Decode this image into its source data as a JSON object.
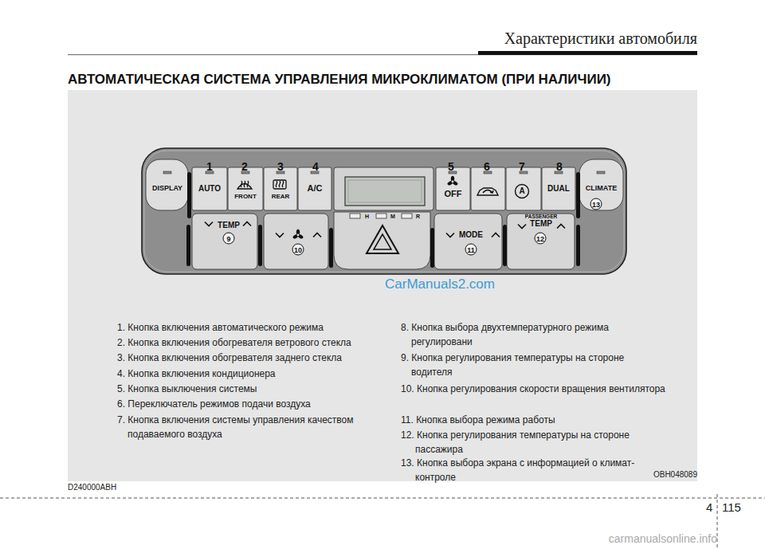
{
  "diagram": {
    "title": "АВТОМАТИЧЕСКАЯ СИСТЕМА УПРАВЛЕНИЯ МИКРОКЛИМАТОМ (ПРИ НАЛИЧИИ)",
    "nodes": [
      {
        "text": [
          "DISPLAY"
        ]
      },
      {
        "text": [
          "AUTO"
        ]
      },
      {
        "text": [
          "FRONT"
        ]
      },
      {
        "text": [
          "REAR"
        ]
      },
      {
        "text": [
          "A/C"
        ]
      },
      {
        "text": [
          "OFF"
        ]
      },
      {
        "text": [
          "A"
        ]
      },
      {
        "text": [
          "DUAL"
        ]
      },
      {
        "text": [
          "CLIMATE"
        ]
      },
      {
        "text": [
          "TEMP"
        ]
      },
      {
        "text": [
          "MODE"
        ]
      },
      {
        "text": [
          "PASSENGER",
          "TEMP"
        ]
      }
    ],
    "edges": [],
    "labels": [
      "Характеристики автомобиля",
      "1",
      "2",
      "3",
      "4",
      "5",
      "6",
      "7",
      "8",
      "9",
      "10",
      "11",
      "12",
      "13",
      "H",
      "M",
      "R",
      "1. Кнопка включения автоматического режима",
      "2. Кнопка включения обогревателя ветрового стекла",
      "3. Кнопка включения обогревателя заднего стекла",
      "4. Кнопка включения кондиционера",
      "5. Кнопка выключения системы",
      "6. Переключатель режимов подачи воздуха",
      "7. Кнопка включения системы управления качеством подаваемого воздуха",
      "8. Кнопка выбора двухтемпературного режима регулировани",
      "9. Кнопка регулирования температуры на стороне водителя",
      "10. Кнопка регулирования скорости вращения вентилятора",
      "11. Кнопка выбора режима работы",
      "12. Кнопка регулирования температуры на стороне пассажира",
      "13. Кнопка выбора экрана с информацией о климат-контроле",
      "D240000ABH",
      "OBH048089",
      "CarManuals2.com",
      "4",
      "115",
      "carmanualsonline.info"
    ]
  }
}
